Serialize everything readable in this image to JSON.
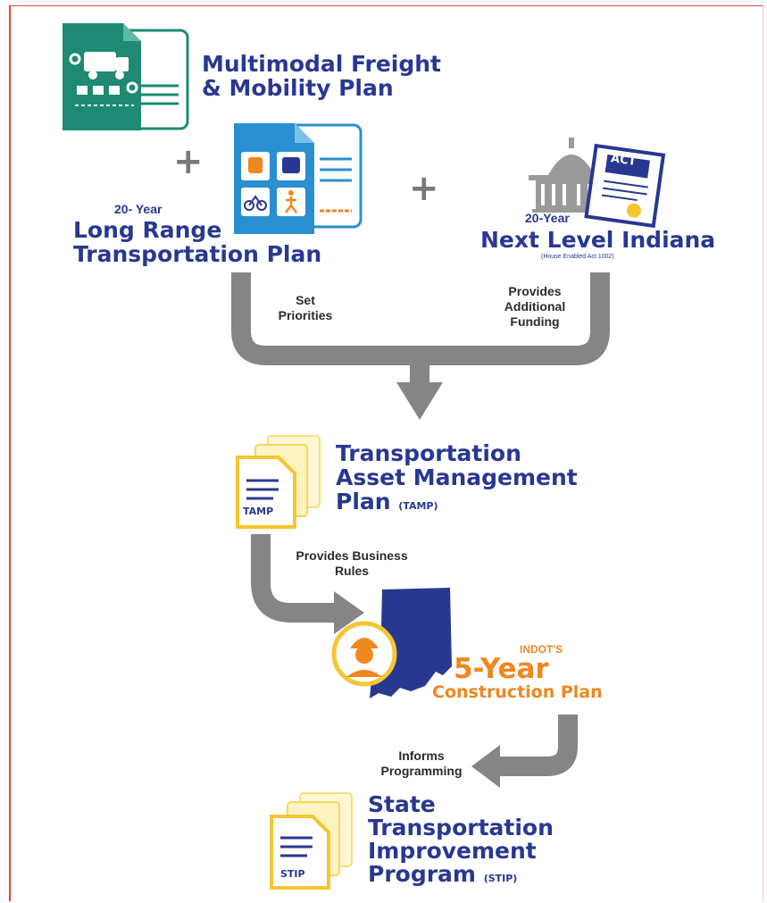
{
  "freight_plan": {
    "title_line1": "Multimodal Freight",
    "title_line2": "& Mobility Plan"
  },
  "long_range": {
    "eyebrow": "20- Year",
    "title_line1": "Long Range",
    "title_line2": "Transportation Plan"
  },
  "next_level": {
    "eyebrow": "20-Year",
    "title": "Next Level Indiana",
    "subtitle": "(House Enabled Act 1002)",
    "act_label": "ACT"
  },
  "connectors": {
    "set_priorities_line1": "Set",
    "set_priorities_line2": "Priorities",
    "additional_funding_line1": "Provides",
    "additional_funding_line2": "Additional",
    "additional_funding_line3": "Funding",
    "business_rules_line1": "Provides Business",
    "business_rules_line2": "Rules",
    "informs_line1": "Informs",
    "informs_line2": "Programming"
  },
  "tamp": {
    "title_line1": "Transportation",
    "title_line2": "Asset Management",
    "title_line3_main": "Plan",
    "title_line3_abbr": "(TAMP)",
    "doc_label": "TAMP"
  },
  "construction": {
    "eyebrow": "INDOT'S",
    "title": "5-Year",
    "subtitle": "Construction Plan"
  },
  "stip": {
    "title_line1": "State",
    "title_line2": "Transportation",
    "title_line3": "Improvement",
    "title_line4_main": "Program",
    "title_line4_abbr": "(STIP)",
    "doc_label": "STIP"
  },
  "plus_symbol": "+",
  "colors": {
    "teal": "#1e8a73",
    "blue": "#2a8fd0",
    "navy": "#283891",
    "orange": "#f0871f",
    "gray": "#858585",
    "yellow": "#f6c533"
  },
  "icons": [
    "truck-icon",
    "map-pin-icon",
    "train-icon",
    "bus-icon",
    "bike-icon",
    "pedestrian-icon",
    "capitol-icon",
    "certificate-icon",
    "worker-icon",
    "indiana-map-icon",
    "document-icon"
  ]
}
